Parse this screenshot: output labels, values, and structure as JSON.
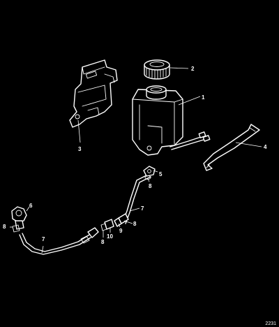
{
  "callouts": {
    "c1": "1",
    "c2": "2",
    "c3": "3",
    "c4": "4",
    "c5": "5",
    "c6": "6",
    "c7a": "7",
    "c7b": "7",
    "c8a": "8",
    "c8b": "8",
    "c8c": "8",
    "c8d": "8",
    "c9": "9",
    "c10": "10"
  },
  "drawing_ref": "2231"
}
